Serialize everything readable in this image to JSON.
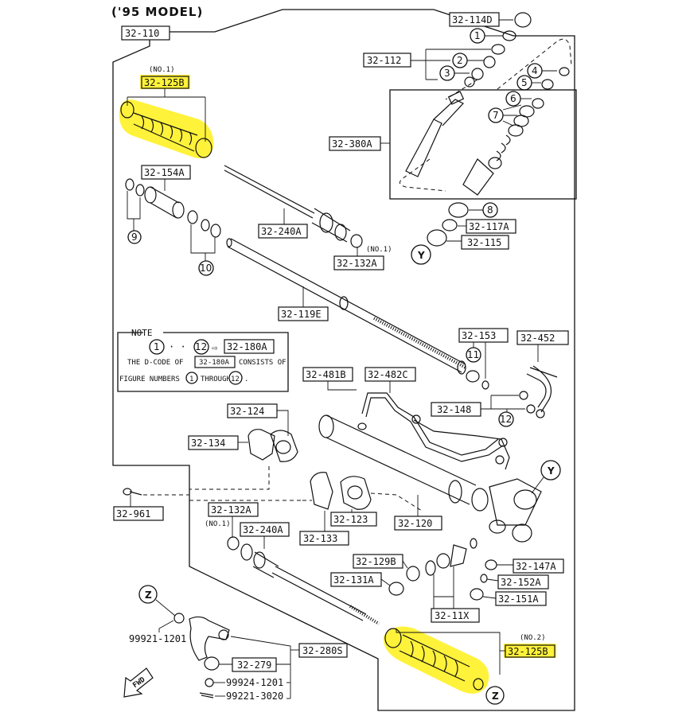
{
  "title": "('95 MODEL)",
  "parts": {
    "p32_110": "32-110",
    "p32_125B_top": "32-125B",
    "p32_125B_top_tag": "(NO.1)",
    "p32_154A": "32-154A",
    "p32_240A_top": "32-240A",
    "p32_132A_top": "32-132A",
    "p32_132A_top_tag": "(NO.1)",
    "p32_119E": "32-119E",
    "p32_114D": "32-114D",
    "p32_112": "32-112",
    "p32_380A": "32-380A",
    "p32_117A": "32-117A",
    "p32_115": "32-115",
    "p32_153": "32-153",
    "p32_452": "32-452",
    "p32_481B": "32-481B",
    "p32_482C": "32-482C",
    "p32_148": "32-148",
    "p32_124": "32-124",
    "p32_134": "32-134",
    "p32_961": "32-961",
    "p32_123": "32-123",
    "p32_120": "32-120",
    "p32_133": "32-133",
    "p32_132A_bot": "32-132A",
    "p32_132A_bot_tag": "(NO.1)",
    "p32_240A_bot": "32-240A",
    "p32_129B": "32-129B",
    "p32_131A": "32-131A",
    "p32_147A": "32-147A",
    "p32_152A": "32-152A",
    "p32_151A": "32-151A",
    "p32_11X": "32-11X",
    "p32_125B_bot": "32-125B",
    "p32_125B_bot_tag": "(NO.2)",
    "p32_280S": "32-280S",
    "p32_279": "32-279",
    "p99921": "99921-1201",
    "p99924": "99924-1201",
    "p99221": "99221-3020",
    "fwd": "FWD"
  },
  "markers": {
    "m1": "1",
    "m2": "2",
    "m3": "3",
    "m4": "4",
    "m5": "5",
    "m6": "6",
    "m7": "7",
    "m8": "8",
    "m9": "9",
    "m10": "10",
    "m11": "11",
    "m12": "12",
    "y_top": "Y",
    "y_right": "Y",
    "z_left": "Z",
    "z_bottom": "Z"
  },
  "note": {
    "heading": "NOTE",
    "from": "1",
    "dots": "· · ·",
    "to": "12",
    "arrow": "⇨",
    "ref": "32-180A",
    "line2_a": "THE D-CODE OF",
    "line2_ref": "32-180A",
    "line2_b": "CONSISTS OF",
    "line3_a": "FIGURE NUMBERS",
    "line3_n1": "1",
    "line3_b": "THROUGH",
    "line3_n2": "12",
    "line3_c": "."
  },
  "colors": {
    "highlight": "#fff23a",
    "ink": "#111111"
  }
}
